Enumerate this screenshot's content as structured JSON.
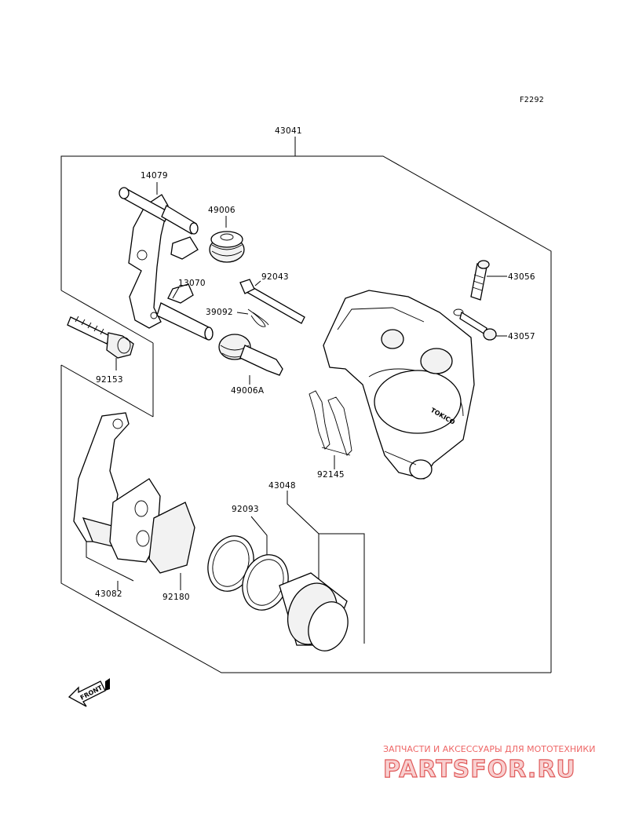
{
  "diagram": {
    "code": "F2292",
    "assembly_label": "43041",
    "labels": {
      "p14079": "14079",
      "p49006": "49006",
      "p13070": "13070",
      "p92043": "92043",
      "p39092": "39092",
      "p92153": "92153",
      "p49006A": "49006A",
      "p43056": "43056",
      "p43057": "43057",
      "p92145": "92145",
      "p43048": "43048",
      "p92093": "92093",
      "p43082": "43082",
      "p92180": "92180"
    },
    "front_arrow": "FRONT",
    "caliper_mark": "TOKICO"
  },
  "watermark": {
    "line": "ЗАПЧАСТИ И АКСЕССУАРЫ ДЛЯ МОТОТЕХНИКИ",
    "logo": "PARTSFOR.RU"
  }
}
